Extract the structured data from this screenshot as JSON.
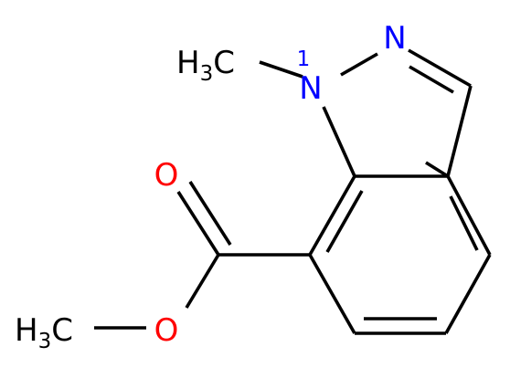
{
  "molecule": {
    "atoms": {
      "n1": {
        "element": "N",
        "locant": "1",
        "color": "#0000ff"
      },
      "n2": {
        "element": "N",
        "color": "#0000ff"
      },
      "n1_methyl": {
        "h": "H",
        "sub": "3",
        "c": "C",
        "color": "#000000"
      },
      "carbonyl_o": {
        "element": "O",
        "color": "#ff0000"
      },
      "ester_o": {
        "element": "O",
        "color": "#ff0000"
      },
      "ester_methyl": {
        "h": "H",
        "sub": "3",
        "c": "C",
        "color": "#000000"
      }
    }
  }
}
